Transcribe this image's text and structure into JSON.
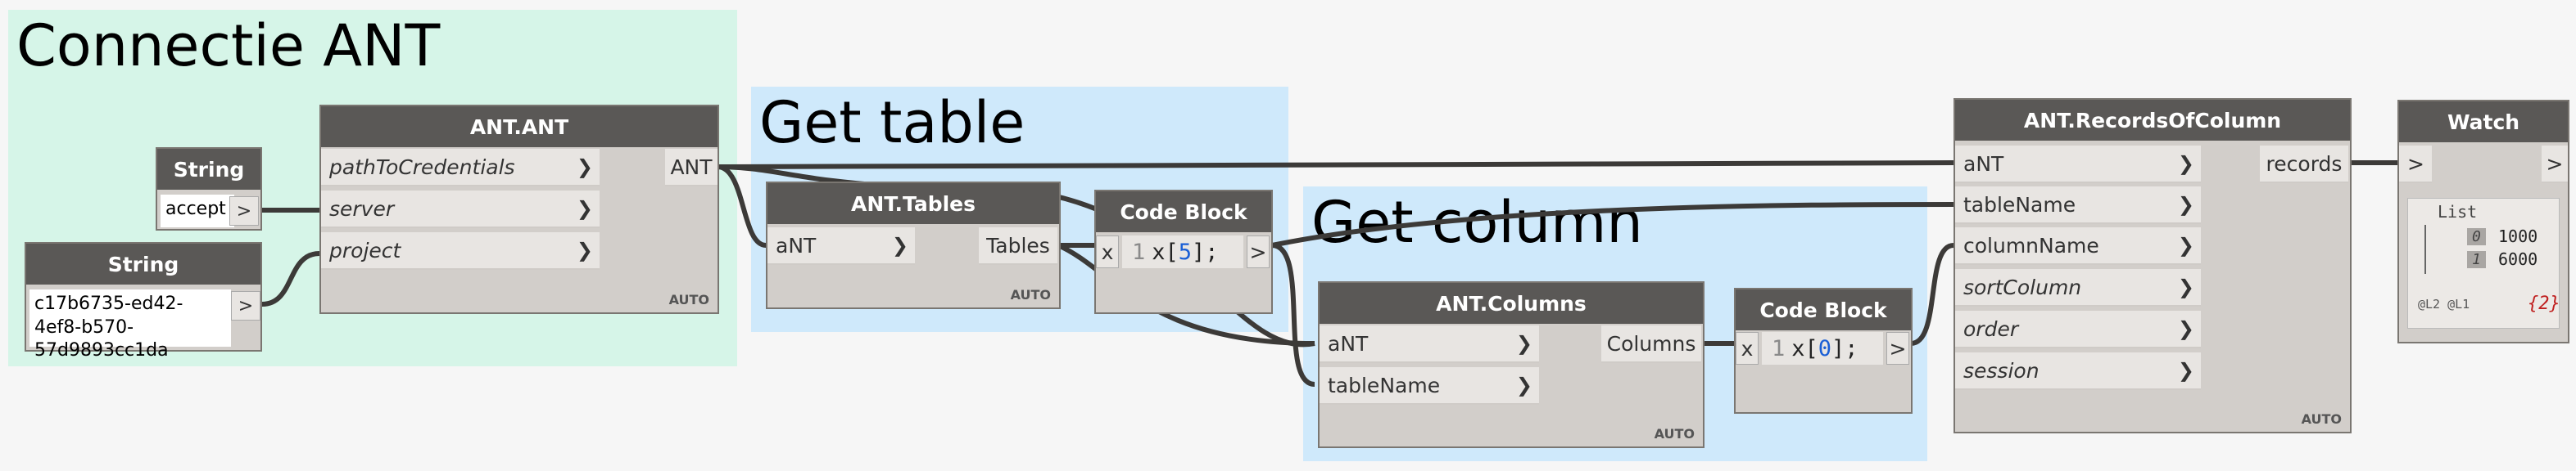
{
  "groups": {
    "connectie": {
      "title": "Connectie ANT",
      "color": "#d6f5e8"
    },
    "get_table": {
      "title": "Get table",
      "color": "#cfe9fb"
    },
    "get_column": {
      "title": "Get column",
      "color": "#cfe9fb"
    }
  },
  "nodes": {
    "string1": {
      "title": "String",
      "value": "accept",
      "button": ">"
    },
    "string2": {
      "title": "String",
      "value": "c17b6735-ed42-4ef8-b570-57d9893cc1da",
      "button": ">"
    },
    "ant_ant": {
      "title": "ANT.ANT",
      "inputs": [
        "pathToCredentials",
        "server",
        "project"
      ],
      "output": "ANT",
      "lacing": "AUTO"
    },
    "ant_tables": {
      "title": "ANT.Tables",
      "inputs": [
        "aNT"
      ],
      "output": "Tables",
      "lacing": "AUTO"
    },
    "code_block1": {
      "title": "Code Block",
      "x": "x",
      "line": "1",
      "code_pre": "x[",
      "code_num": "5",
      "code_post": "];",
      "out": ">"
    },
    "ant_columns": {
      "title": "ANT.Columns",
      "inputs": [
        "aNT",
        "tableName"
      ],
      "output": "Columns",
      "lacing": "AUTO"
    },
    "code_block2": {
      "title": "Code Block",
      "x": "x",
      "line": "1",
      "code_pre": "x[",
      "code_num": "0",
      "code_post": "];",
      "out": ">"
    },
    "records": {
      "title": "ANT.RecordsOfColumn",
      "inputs": [
        "aNT",
        "tableName",
        "columnName",
        "sortColumn",
        "order",
        "session"
      ],
      "output": "records",
      "lacing": "AUTO"
    },
    "watch": {
      "title": "Watch",
      "in": ">",
      "out": ">",
      "list_label": "List",
      "items": [
        {
          "index": "0",
          "value": "1000"
        },
        {
          "index": "1",
          "value": "6000"
        }
      ],
      "levels": "@L2 @L1",
      "count": "{2}"
    }
  },
  "colors": {
    "header": "#5a5856",
    "node_body": "#d2ceca",
    "port": "#e8e5e2",
    "wire": "#3c3a38",
    "code_number": "#1a5fd6"
  }
}
